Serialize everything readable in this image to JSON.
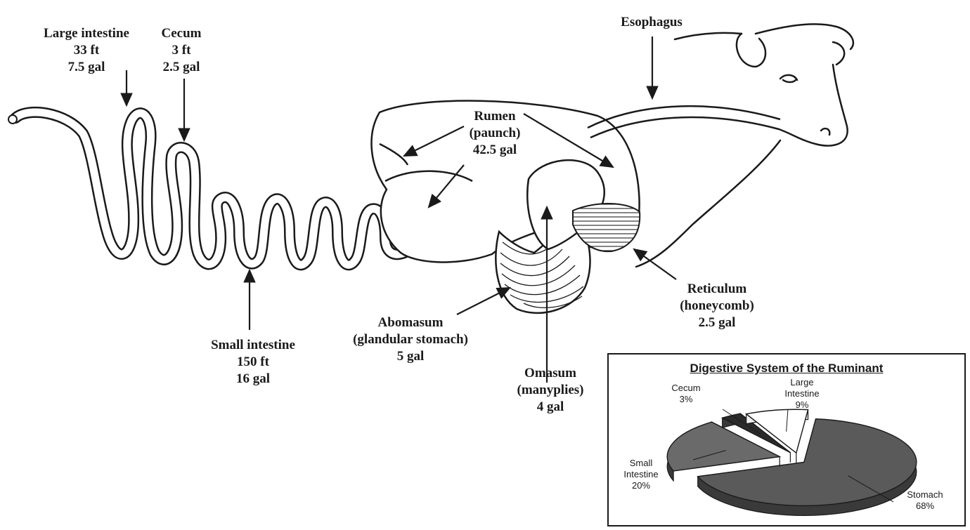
{
  "labels": {
    "large_intestine": {
      "name": "Large intestine",
      "length": "33 ft",
      "volume": "7.5 gal"
    },
    "cecum": {
      "name": "Cecum",
      "length": "3 ft",
      "volume": "2.5 gal"
    },
    "esophagus": {
      "name": "Esophagus"
    },
    "rumen": {
      "name": "Rumen",
      "alt": "(paunch)",
      "volume": "42.5 gal"
    },
    "reticulum": {
      "name": "Reticulum",
      "alt": "(honeycomb)",
      "volume": "2.5 gal"
    },
    "small_intestine": {
      "name": "Small intestine",
      "length": "150 ft",
      "volume": "16 gal"
    },
    "abomasum": {
      "name": "Abomasum",
      "alt": "(glandular stomach)",
      "volume": "5 gal"
    },
    "omasum": {
      "name": "Omasum",
      "alt": "(manyplies)",
      "volume": "4 gal"
    }
  },
  "chart_data": {
    "type": "pie",
    "title": "Digestive System of the Ruminant",
    "categories": [
      "Stomach",
      "Small Intestine",
      "Cecum",
      "Large Intestine"
    ],
    "values": [
      68,
      20,
      3,
      9
    ],
    "value_labels": [
      "68%",
      "20%",
      "3%",
      "9%"
    ],
    "label_lines": [
      [
        "Stomach"
      ],
      [
        "Small",
        "Intestine"
      ],
      [
        "Cecum"
      ],
      [
        "Large",
        "Intestine"
      ]
    ],
    "colors": [
      "#5a5a5a",
      "#6a6a6a",
      "#2a2a2a",
      "#ffffff"
    ]
  }
}
